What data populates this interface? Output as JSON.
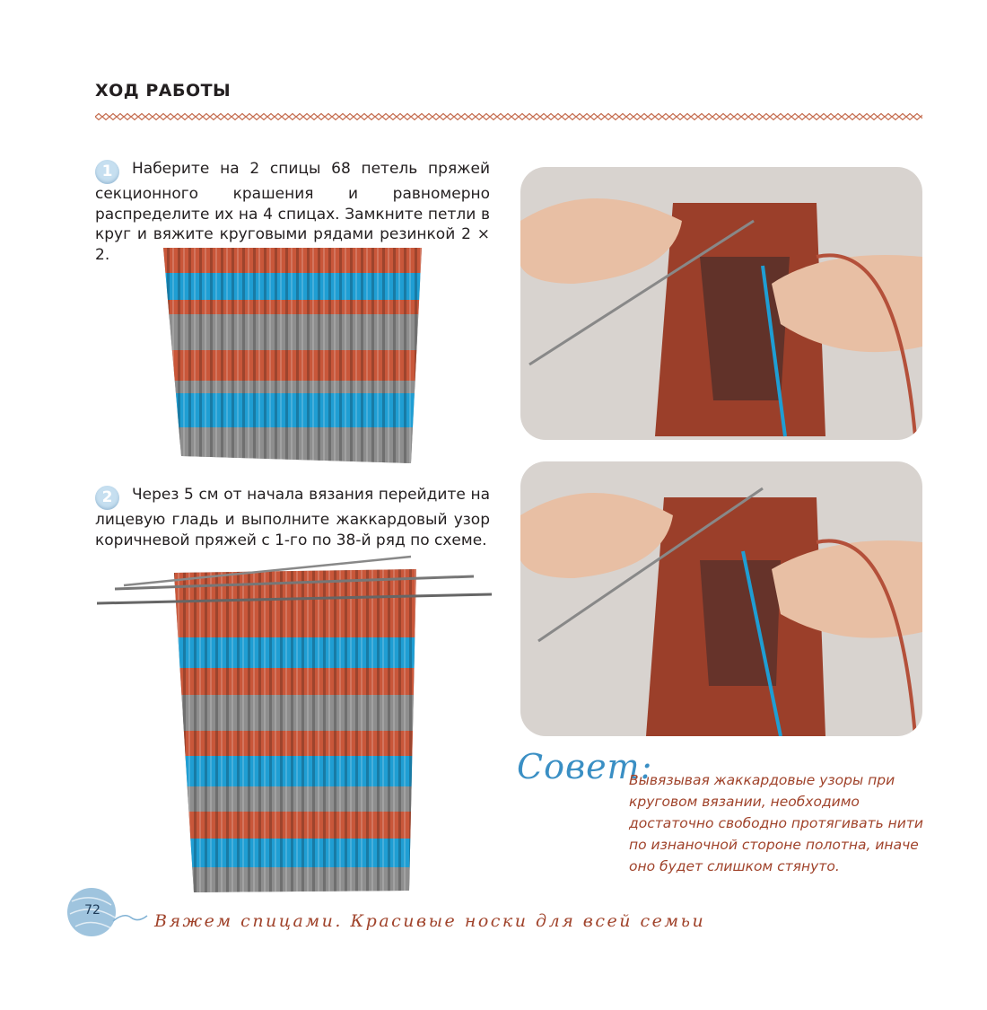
{
  "section_title": "ХОД РАБОТЫ",
  "steps": [
    {
      "number": "1",
      "text": "Наберите на 2 спицы 68 петель пряжей секционного крашения и равномерно распределите их на 4 спицах. Замкните петли в круг и вяжите круговыми рядами резинкой 2 × 2."
    },
    {
      "number": "2",
      "text": "Через 5 см от начала вязания перейдите на лицевую гладь и выполните жаккардовый узор коричневой пряжей с 1-го по 38-й ряд по схеме."
    }
  ],
  "tip": {
    "title": "Совет:",
    "text": "Вывязывая жаккардовые узоры при круговом вязании, необходимо достаточно свободно протягивать нити по изнаночной стороне полотна, иначе оно будет слишком стянуто."
  },
  "footer": {
    "page_number": "72",
    "book_title": "Вяжем спицами. Красивые носки для всей семьи"
  },
  "colors": {
    "accent_blue": "#3a8fc4",
    "accent_rust": "#a0432b",
    "yarn_orange": "#c9573a",
    "yarn_blue": "#1f9ed3",
    "yarn_grey": "#8e8e8e"
  }
}
